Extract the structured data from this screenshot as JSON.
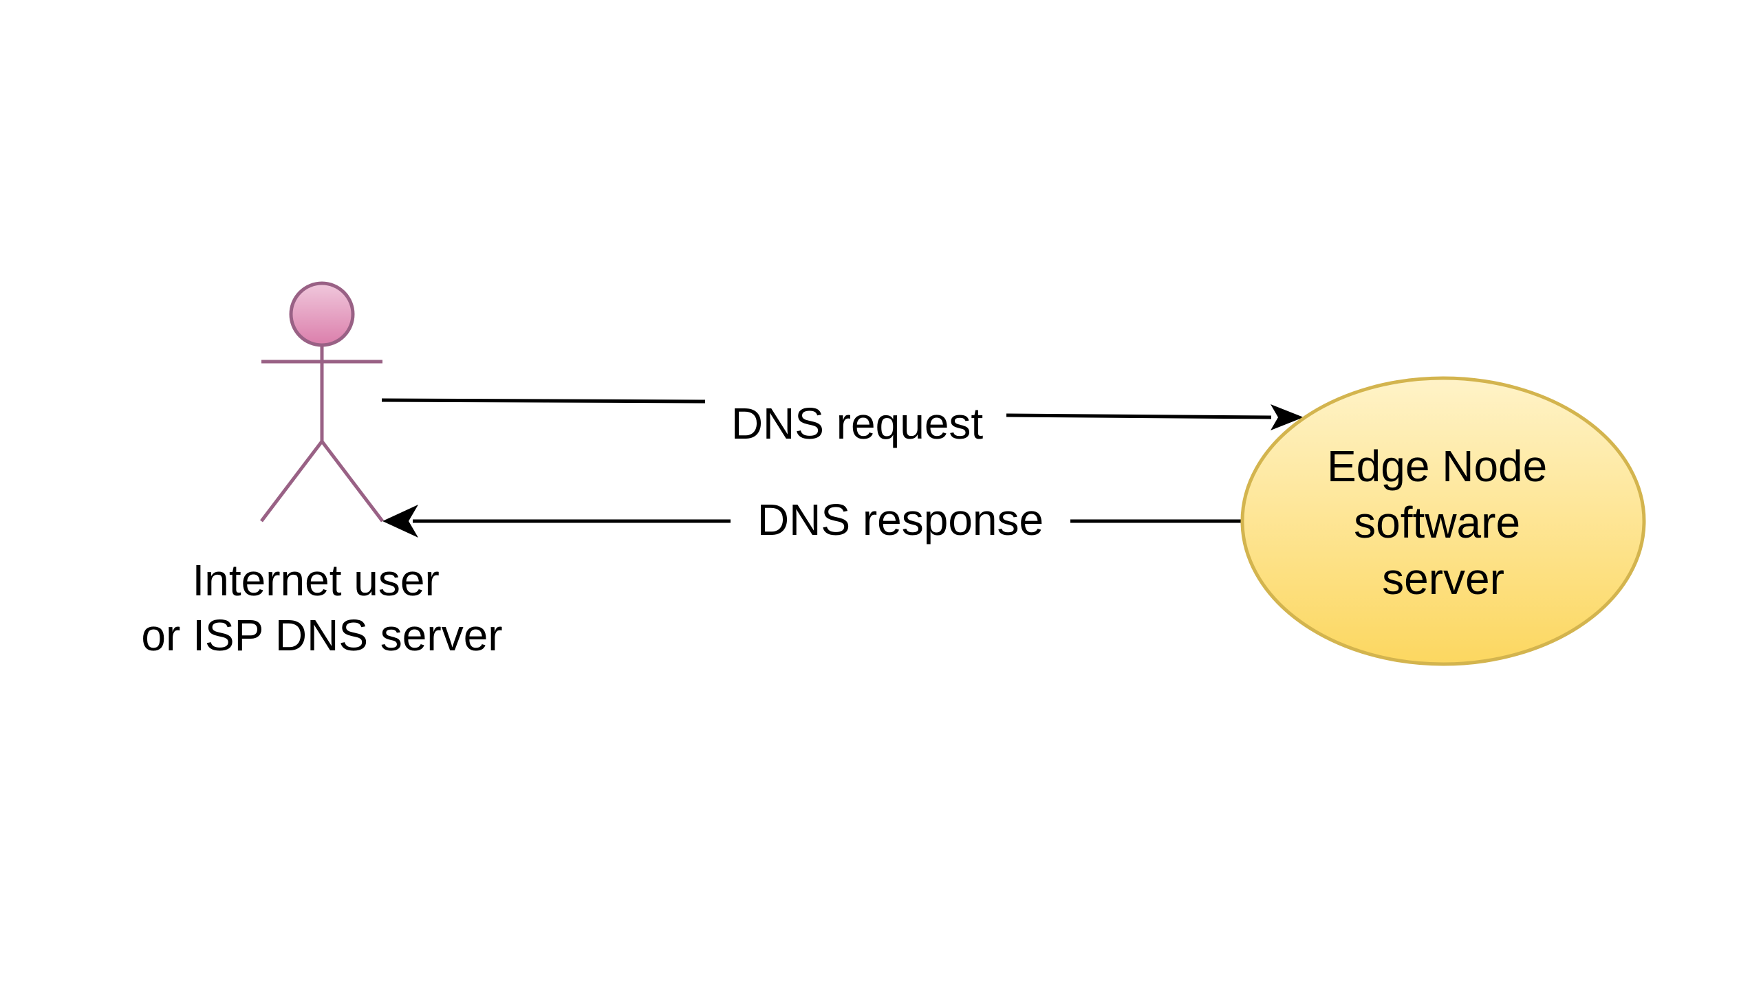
{
  "actor": {
    "label_lines": [
      "Internet user",
      "or ISP DNS server"
    ],
    "head_fill_top": "#f0c8dc",
    "head_fill_bottom": "#db7eab",
    "stroke": "#996185"
  },
  "server": {
    "label_lines": [
      "Edge Node",
      "software",
      "server"
    ],
    "fill_top": "#fff3c8",
    "fill_bottom": "#fcd760",
    "stroke": "#d3b44e"
  },
  "edges": {
    "request": {
      "label": "DNS request"
    },
    "response": {
      "label": "DNS response"
    }
  },
  "colors": {
    "edge": "#000000",
    "background": "#ffffff"
  }
}
